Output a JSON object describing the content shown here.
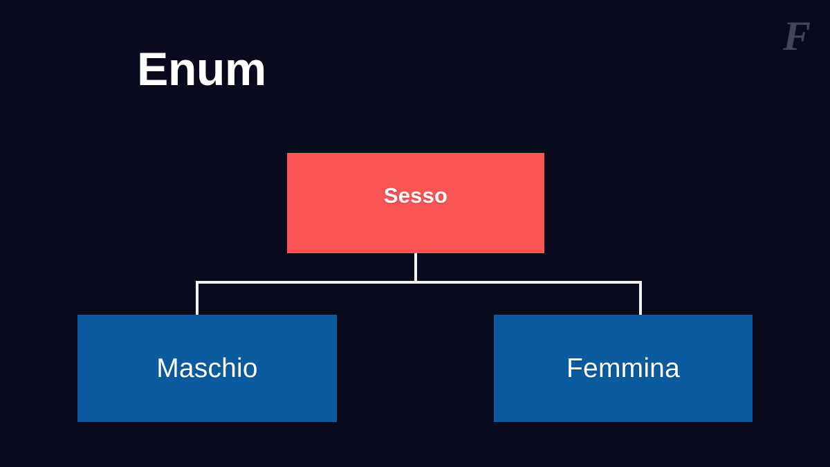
{
  "slide": {
    "title": "Enum",
    "background_color": "#0a0a1e",
    "watermark_letter": "F",
    "watermark_color": "#454a60"
  },
  "diagram": {
    "type": "tree",
    "connector_color": "#f2f2f2",
    "root": {
      "label": "Sesso",
      "fill_color": "#fa5555",
      "text_color": "#ffffff"
    },
    "children": [
      {
        "label": "Maschio",
        "fill_color": "#0a5c9e",
        "text_color": "#ffffff"
      },
      {
        "label": "Femmina",
        "fill_color": "#0a5c9e",
        "text_color": "#ffffff"
      }
    ]
  }
}
